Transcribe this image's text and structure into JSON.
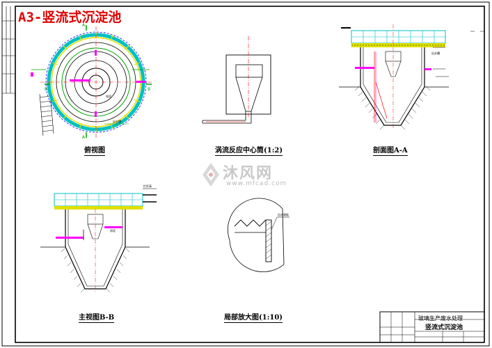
{
  "drawing": {
    "sheet_title": "A3-竖流式沉淀池",
    "captions": {
      "plan": "俯视图",
      "center_pipe": "涡流反应中心筒(1:2)",
      "section_aa": "剖面图A-A",
      "main_view": "主视图B-B",
      "detail": "局部放大图(1:10)"
    },
    "section_marks": {
      "a_top": "A",
      "a_bottom": "A",
      "b_left": "B",
      "b_right": "B"
    },
    "watermark": {
      "brand": "沐风网",
      "url": "www.mfcad.com"
    },
    "title_block": {
      "project": "玻璃生产废水处理",
      "drawing_name": "竖流式沉淀池"
    },
    "colors": {
      "title_red": "#e00000",
      "cyan": "#00c0c0",
      "yellow": "#e0e000",
      "magenta": "#ff00ff",
      "green": "#00a000",
      "blue": "#0000ff",
      "red": "#ff0000"
    }
  }
}
